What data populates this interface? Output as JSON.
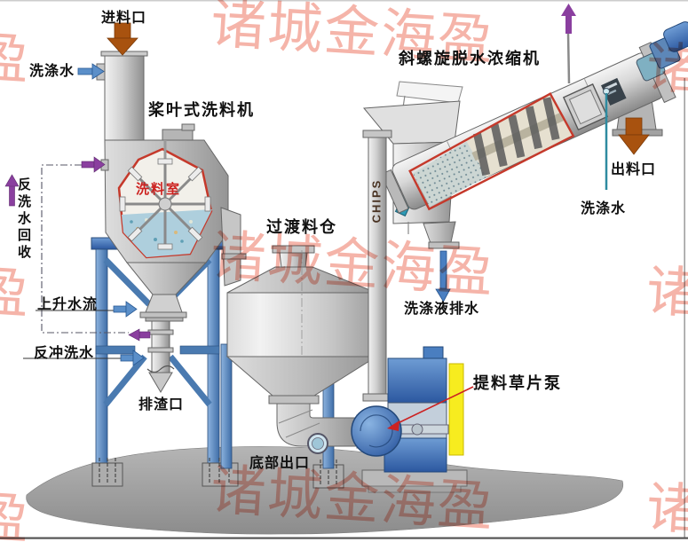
{
  "watermark": {
    "text": "诸城金海盈",
    "partial_left": "盈",
    "partial_right": "诸",
    "color": "#ef8574"
  },
  "equipment": {
    "paddle_washer": {
      "name": "桨叶式洗料机",
      "chamber": "洗料室"
    },
    "transition_hopper": {
      "name": "过渡料仓"
    },
    "screw_dewaterer": {
      "name": "斜螺旋脱水浓缩机"
    },
    "lift_pump": {
      "name": "提料草片泵"
    },
    "chips_pipe": {
      "name": "CHIPS"
    }
  },
  "flow_labels": {
    "feed_inlet": "进料口",
    "wash_water_left": "洗涤水",
    "backwash_recovery": "反洗水回收",
    "rising_water_flow": "上升水流",
    "backflush_water": "反冲洗水",
    "slag_outlet": "排渣口",
    "bottom_outlet": "底部出口",
    "discharge_outlet": "出料口",
    "wash_water_right": "洗涤水",
    "washing_liquid_drain": "洗涤液排水"
  },
  "colors": {
    "watermark_pink": "#ef8574",
    "arrow_orange": "#a8520f",
    "arrow_purple": "#8a3f9f",
    "arrow_blue": "#5b8fc9",
    "frame_blue": "#4a7ab0",
    "pump_blue": "#3c69ad",
    "guard_yellow": "#f7ec1f",
    "cutaway_red": "#c5392b",
    "drain_teal": "#2e8ba0",
    "chamber_label_red": "#cc2220"
  }
}
